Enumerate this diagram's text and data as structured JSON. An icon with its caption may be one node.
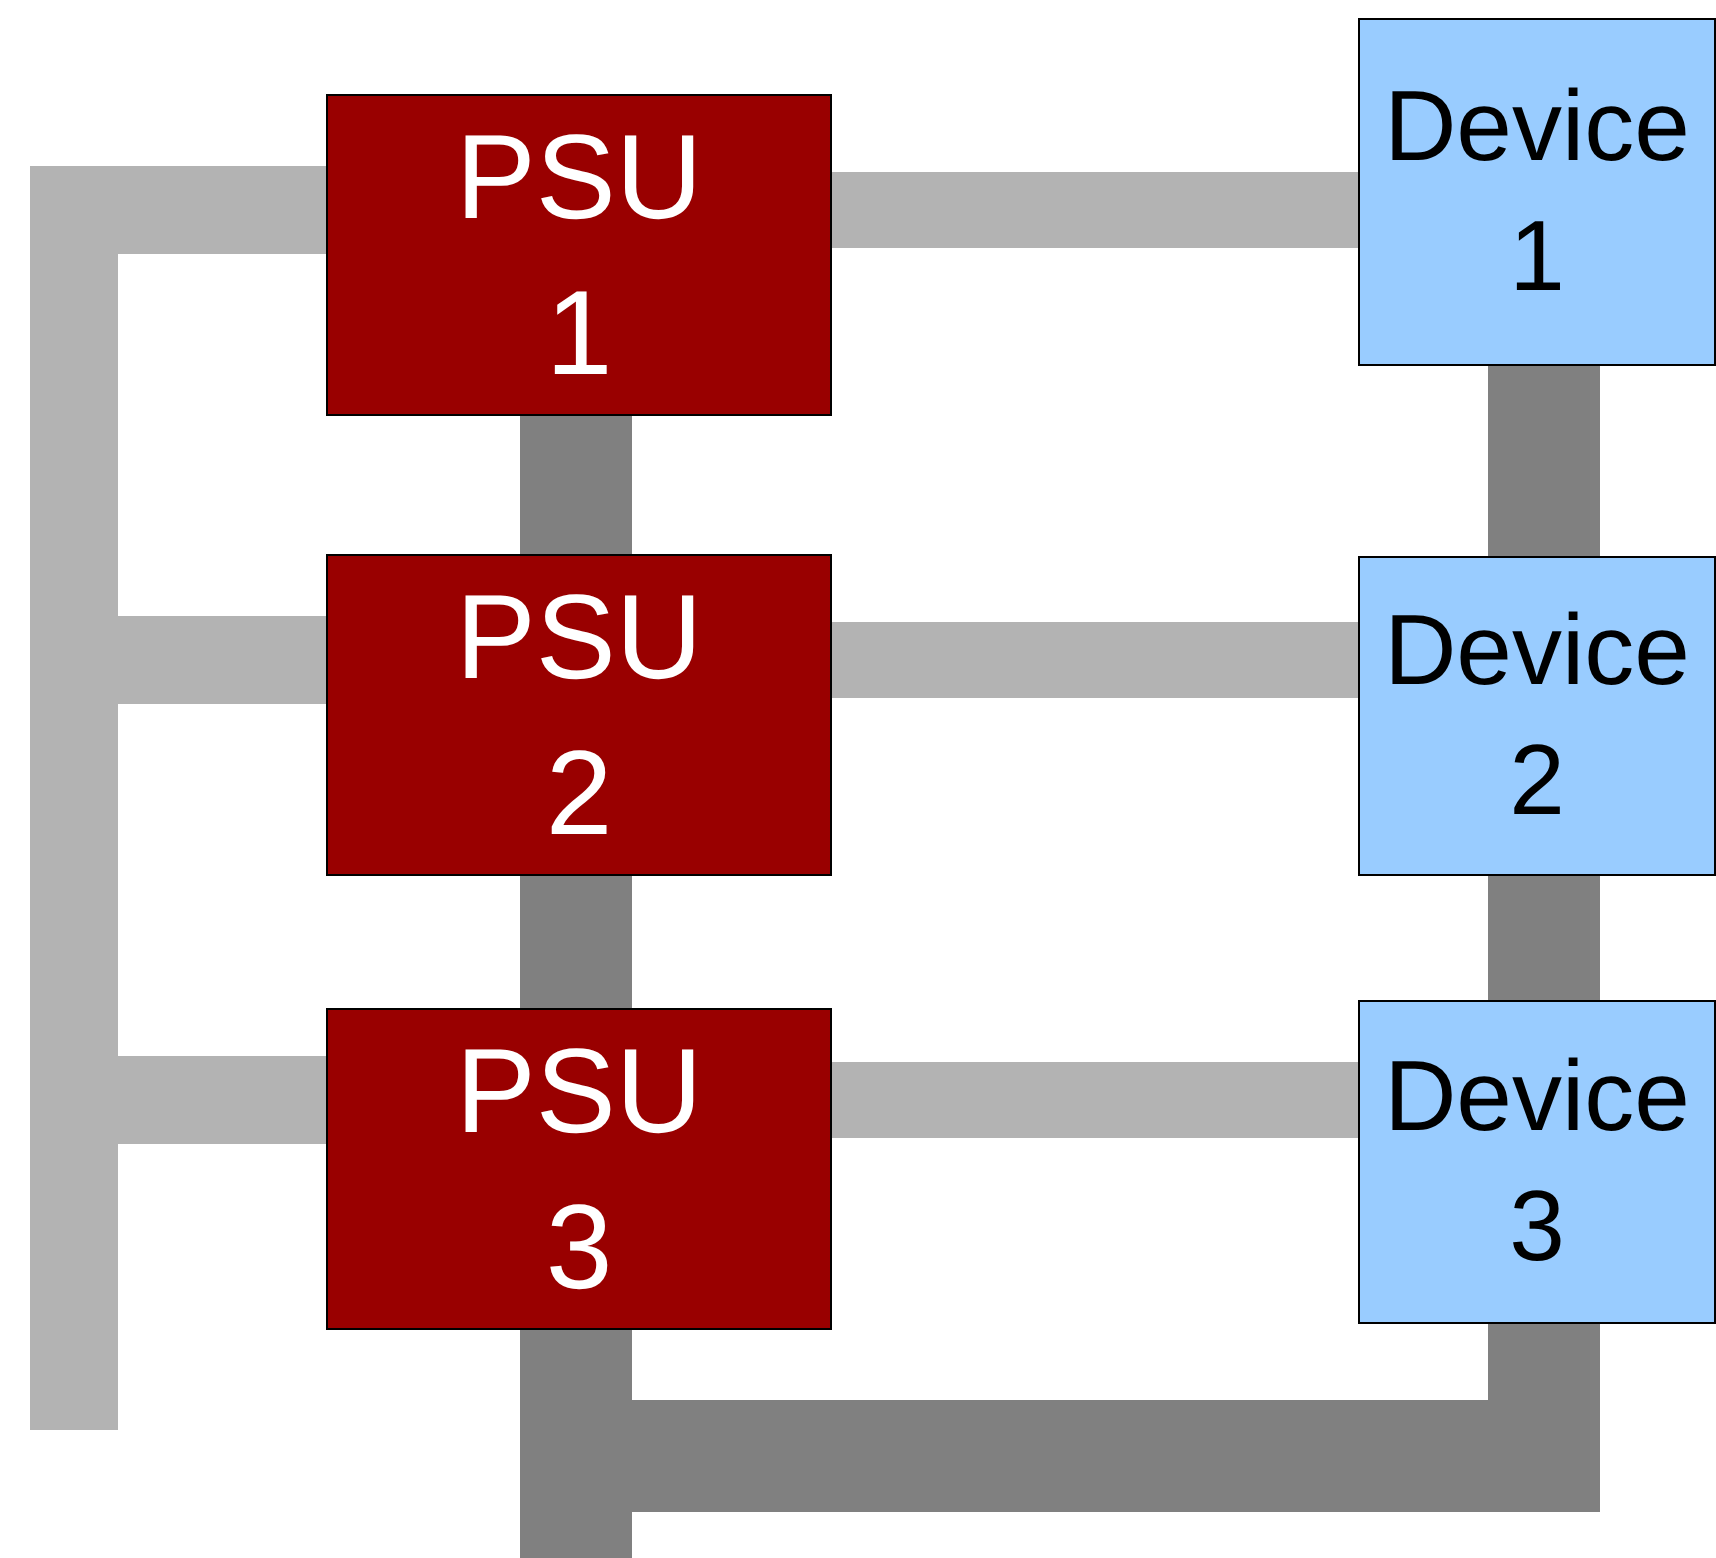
{
  "diagram": {
    "nodes": [
      {
        "text": [
          "PSU 1"
        ]
      },
      {
        "text": [
          "Device 1"
        ]
      },
      {
        "text": [
          "PSU 2"
        ]
      },
      {
        "text": [
          "Device 2"
        ]
      },
      {
        "text": [
          "PSU 3"
        ]
      },
      {
        "text": [
          "Device 3"
        ]
      }
    ],
    "edges": [
      {
        "from": 0,
        "to": 1,
        "arrow": "none",
        "color": "#b3b3b3"
      },
      {
        "from": 2,
        "to": 3,
        "arrow": "none",
        "color": "#b3b3b3"
      },
      {
        "from": 4,
        "to": 5,
        "arrow": "none",
        "color": "#b3b3b3"
      },
      {
        "from": 0,
        "to": 2,
        "arrow": "none",
        "color": "#808080"
      },
      {
        "from": 2,
        "to": 4,
        "arrow": "none",
        "color": "#808080"
      },
      {
        "from": 1,
        "to": 3,
        "arrow": "none",
        "color": "#808080"
      },
      {
        "from": 3,
        "to": 5,
        "arrow": "none",
        "color": "#808080"
      },
      {
        "from": 4,
        "to": 5,
        "arrow": "none",
        "color": "#808080"
      },
      {
        "from": 4,
        "to": null,
        "arrow": "none",
        "color": "#808080"
      },
      {
        "from": 0,
        "to": 2,
        "arrow": "none",
        "color": "#b3b3b3"
      },
      {
        "from": 2,
        "to": 4,
        "arrow": "none",
        "color": "#b3b3b3"
      },
      {
        "from": 4,
        "to": null,
        "arrow": "none",
        "color": "#b3b3b3"
      }
    ]
  }
}
